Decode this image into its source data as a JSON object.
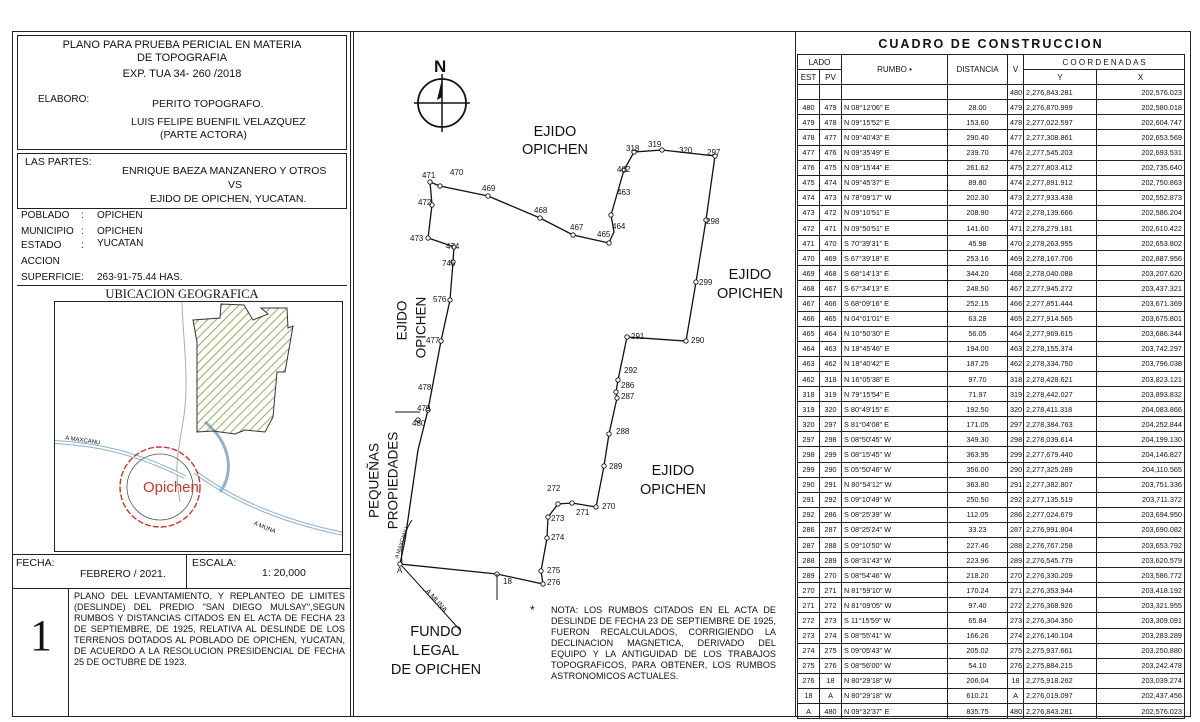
{
  "title_block": {
    "line1": "PLANO PARA PRUEBA PERICIAL EN MATERIA",
    "line2": "DE TOPOGRAFIA",
    "line3": "EXP. TUA 34- 260 /2018",
    "elaboro_label": "ELABORO:",
    "elaboro_role": "PERITO TOPOGRAFO.",
    "elaboro_name": "LUIS FELIPE BUENFIL VELAZQUEZ",
    "elaboro_party": "(PARTE ACTORA)"
  },
  "parties": {
    "label": "LAS PARTES:",
    "line1": "ENRIQUE BAEZA MANZANERO Y OTROS",
    "line2": "VS",
    "line3": "EJIDO DE OPICHEN, YUCATAN."
  },
  "info": {
    "poblado_label": "POBLADO",
    "poblado_value": "OPICHEN",
    "municipio_label": "MUNICIPIO",
    "municipio_value": "OPICHEN",
    "estado_label": "ESTADO",
    "estado_value": "YUCATAN",
    "accion_label": "ACCION",
    "superficie_label": "SUPERFICIE",
    "superficie_value": "263-91-75.44 HAS."
  },
  "location_map": {
    "title": "UBICACION GEOGRAFICA",
    "town_label": "Opichen",
    "road1": "A MAXCANU",
    "road2": "A MUNA"
  },
  "footer": {
    "fecha_label": "FECHA:",
    "fecha_value": "FEBRERO / 2021.",
    "escala_label": "ESCALA:",
    "escala_value": "1: 20,000",
    "sheet_number": "1",
    "description": "PLANO DEL LEVANTAMIENTO, Y REPLANTEO DE LIMITES (DESLINDE) DEL PREDIO \"SAN DIEGO MULSAY\",SEGUN RUMBOS Y DISTANCIAS CITADOS EN EL ACTA DE FECHA 23 DE SEPTIEMBRE, DE 1925, RELATIVA AL DESLINDE DE LOS TERRENOS DOTADOS AL POBLADO DE OPICHEN, YUCATAN, DE ACUERDO A LA RESOLUCION PRESIDENCIAL DE FECHA 25 DE OCTUBRE DE 1923."
  },
  "plan": {
    "north": "N",
    "ejido_top_1": "EJIDO",
    "ejido_top_2": "OPICHEN",
    "ejido_right_1": "EJIDO",
    "ejido_right_2": "OPICHEN",
    "ejido_bottom_1": "EJIDO",
    "ejido_bottom_2": "OPICHEN",
    "ejido_left_1": "EJIDO",
    "ejido_left_2": "OPICHEN",
    "pequenas_1": "PEQUEÑAS",
    "pequenas_2": "PROPIEDADES",
    "fundo_1": "FUNDO",
    "fundo_2": "LEGAL",
    "fundo_3": "DE OPICHEN",
    "road_muna": "A MUNA",
    "road_maxcanu": "A MAXCANU",
    "note_star": "*",
    "note": "NOTA: LOS RUMBOS CITADOS EN EL ACTA DE DESLINDE DE FECHA 23 DE SEPTIEMBRE DE 1925, FUERON RECALCULADOS, CORRIGIENDO LA DECLINACION MAGNETICA, DERIVADO DEL EQUIPO Y LA ANTIGUIDAD DE LOS TRABAJOS TOPOGRAFICOS, PARA OBTENER, LOS RUMBOS ASTRONOMICOS ACTUALES."
  },
  "vertex_labels": [
    "471",
    "470",
    "469",
    "468",
    "467",
    "464",
    "465",
    "463",
    "462",
    "318",
    "319",
    "320",
    "297",
    "298",
    "299",
    "290",
    "291",
    "292",
    "286",
    "287",
    "288",
    "289",
    "270",
    "271",
    "272",
    "273",
    "274",
    "275",
    "276",
    "18",
    "A",
    "472",
    "473",
    "474",
    "745",
    "576",
    "477",
    "478",
    "479",
    "480"
  ],
  "table": {
    "title": "CUADRO DE CONSTRUCCION",
    "h_lado": "LADO",
    "h_est": "EST",
    "h_pv": "PV",
    "h_rumbo": "RUMBO •",
    "h_dist": "DISTANCIA",
    "h_v": "V",
    "h_coord": "C O O R D E N A D A S",
    "h_y": "Y",
    "h_x": "X",
    "first_row": {
      "v": "480",
      "y": "2,276,843.281",
      "x": "202,576.023"
    },
    "rows": [
      [
        "480",
        "479",
        "N 08°12'06\" E",
        "28.00",
        "479",
        "2,276,870.999",
        "202,580.018"
      ],
      [
        "479",
        "478",
        "N 09°15'52\" E",
        "153.60",
        "478",
        "2,277,022.597",
        "202,604.747"
      ],
      [
        "478",
        "477",
        "N 09°40'43\" E",
        "290.40",
        "477",
        "2,277,308.861",
        "202,653.569"
      ],
      [
        "477",
        "476",
        "N 09°35'49\" E",
        "239.70",
        "476",
        "2,277,545.203",
        "202,693.531"
      ],
      [
        "476",
        "475",
        "N 09°15'44\" E",
        "261.62",
        "475",
        "2,277,803.412",
        "202,735.640"
      ],
      [
        "475",
        "474",
        "N 09°45'37\" E",
        "89.80",
        "474",
        "2,277,891.912",
        "202,750.863"
      ],
      [
        "474",
        "473",
        "N 78°09'17\" W",
        "202.30",
        "473",
        "2,277,933.438",
        "202,552.873"
      ],
      [
        "473",
        "472",
        "N 09°10'51\" E",
        "208.90",
        "472",
        "2,278,139.666",
        "202,586.204"
      ],
      [
        "472",
        "471",
        "N 09°50'51\" E",
        "141.60",
        "471",
        "2,278,279.181",
        "202,610.422"
      ],
      [
        "471",
        "470",
        "S 70°39'31\" E",
        "45.98",
        "470",
        "2,278,263.955",
        "202,653.802"
      ],
      [
        "470",
        "469",
        "S 67°39'18\" E",
        "253.16",
        "469",
        "2,278,167.706",
        "202,887.956"
      ],
      [
        "469",
        "468",
        "S 68°14'13\" E",
        "344.20",
        "468",
        "2,278,040.088",
        "203,207.620"
      ],
      [
        "468",
        "467",
        "S 67°34'13\" E",
        "248.50",
        "467",
        "2,277,945.272",
        "203,437.321"
      ],
      [
        "467",
        "466",
        "S 68°09'16\" E",
        "252.15",
        "466",
        "2,277,851.444",
        "203,671.369"
      ],
      [
        "466",
        "465",
        "N 04°01'01\" E",
        "63.28",
        "465",
        "2,277,914.565",
        "203,675.801"
      ],
      [
        "465",
        "464",
        "N 10°50'30\" E",
        "56.05",
        "464",
        "2,277,969.615",
        "203,686.344"
      ],
      [
        "464",
        "463",
        "N 18°45'46\" E",
        "194.00",
        "463",
        "2,278,155.374",
        "203,742.297"
      ],
      [
        "463",
        "462",
        "N 18°40'42\" E",
        "187.25",
        "462",
        "2,278,334.750",
        "203,796.038"
      ],
      [
        "462",
        "318",
        "N 16°05'38\" E",
        "97.70",
        "318",
        "2,278,428.621",
        "203,823.121"
      ],
      [
        "318",
        "319",
        "N 79°15'54\" E",
        "71.97",
        "319",
        "2,278,442.027",
        "203,893.832"
      ],
      [
        "319",
        "320",
        "S 80°49'15\" E",
        "192.50",
        "320",
        "2,278,411.318",
        "204,083.866"
      ],
      [
        "320",
        "297",
        "S 81°04'08\" E",
        "171.05",
        "297",
        "2,278,384.763",
        "204,252.844"
      ],
      [
        "297",
        "298",
        "S 08°50'45\" W",
        "349.30",
        "298",
        "2,278,039.614",
        "204,199.130"
      ],
      [
        "298",
        "299",
        "S 08°15'45\" W",
        "363.95",
        "299",
        "2,277,679.440",
        "204,146.827"
      ],
      [
        "299",
        "290",
        "S 05°50'46\" W",
        "356.00",
        "290",
        "2,277,325.289",
        "204,110.565"
      ],
      [
        "290",
        "291",
        "N 80°54'12\" W",
        "363.80",
        "291",
        "2,277,382.807",
        "203,751.336"
      ],
      [
        "291",
        "292",
        "S 09°10'49\" W",
        "250.50",
        "292",
        "2,277,135.519",
        "203,711.372"
      ],
      [
        "292",
        "286",
        "S 08°25'39\" W",
        "112.05",
        "286",
        "2,277,024.679",
        "203,694.950"
      ],
      [
        "286",
        "287",
        "S 08°25'24\" W",
        "33.23",
        "287",
        "2,276,991.804",
        "203,690.082"
      ],
      [
        "287",
        "288",
        "S 09°10'50\" W",
        "227.46",
        "288",
        "2,276,767.258",
        "203,653.792"
      ],
      [
        "288",
        "289",
        "S 08°31'43\" W",
        "223.96",
        "289",
        "2,276,545.779",
        "203,620.579"
      ],
      [
        "289",
        "270",
        "S 08°54'46\" W",
        "218.20",
        "270",
        "2,276,330.209",
        "203,586.772"
      ],
      [
        "270",
        "271",
        "N 81°59'10\" W",
        "170.24",
        "271",
        "2,276,353.944",
        "203,418.192"
      ],
      [
        "271",
        "272",
        "N 81°09'05\" W",
        "97.40",
        "272",
        "2,276,368.926",
        "203,321.955"
      ],
      [
        "272",
        "273",
        "S 11°15'59\" W",
        "65.84",
        "273",
        "2,276,304.350",
        "203,309.091"
      ],
      [
        "273",
        "274",
        "S 08°55'41\" W",
        "166.26",
        "274",
        "2,276,140.104",
        "203,283.289"
      ],
      [
        "274",
        "275",
        "S 09°05'43\" W",
        "205.02",
        "275",
        "2,275,937.661",
        "203,250.880"
      ],
      [
        "275",
        "276",
        "S 08°56'00\" W",
        "54.10",
        "276",
        "2,275,884.215",
        "203,242.478"
      ],
      [
        "276",
        "18",
        "N 80°29'18\" W",
        "206.04",
        "18",
        "2,275,918.262",
        "203,039.274"
      ],
      [
        "18",
        "A",
        "N 80°29'18\" W",
        "610.21",
        "A",
        "2,276,019.097",
        "202,437.456"
      ],
      [
        "A",
        "480",
        "N 09°32'37\" E",
        "835.75",
        "480",
        "2,276,843.281",
        "202,576.023"
      ]
    ]
  }
}
